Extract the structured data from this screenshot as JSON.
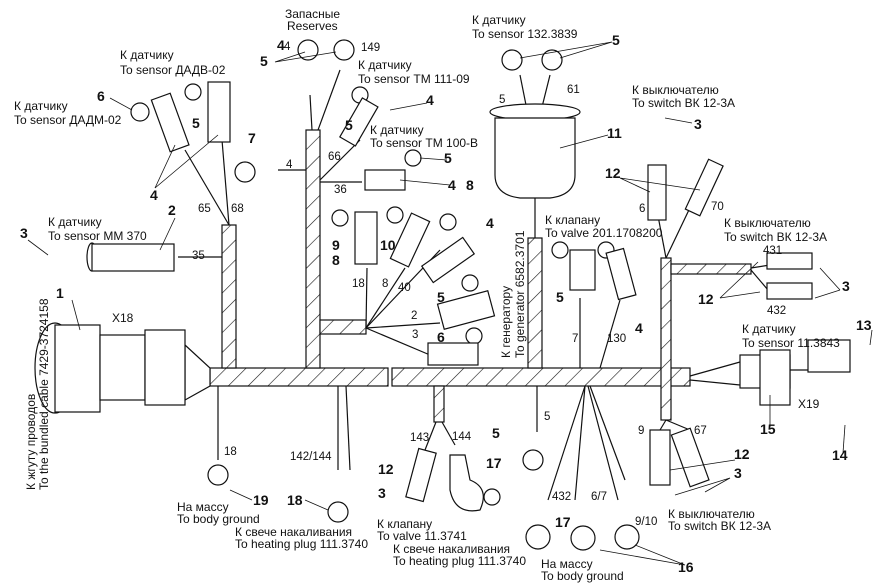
{
  "diagram": {
    "labels": [
      [
        "Запасные",
        "Reserves"
      ],
      [
        "К датчику",
        "To sensor 132.3839"
      ],
      [
        "К датчику",
        "To sensor ДАДВ-02"
      ],
      [
        "К датчику",
        "To sensor ТМ 111-09"
      ],
      [
        "К датчику",
        "To sensor ДАДМ-02"
      ],
      [
        "К выключателю",
        "To switch ВК 12-3А"
      ],
      [
        "К датчику",
        "To sensor ТМ 100-В"
      ],
      [
        "К датчику",
        "To sensor ММ 370"
      ],
      [
        "К клапану",
        "To valve 201.1708200"
      ],
      [
        "К выключателю",
        "To switch ВК 12-3А"
      ],
      [
        "К генератору",
        "To generator 6582.3701"
      ],
      [
        "К жгуту проводов",
        "To the bundled cable 7429-3724158"
      ],
      [
        "К датчику",
        "To sensor 11.3843"
      ],
      [
        "На массу",
        "To body ground"
      ],
      [
        "К свече накаливания",
        "To heating plug 111.3740"
      ],
      [
        "К клапану",
        "To valve 11.3741"
      ],
      [
        "К свече накаливания",
        "To heating plug 111.3740"
      ],
      [
        "К выключателю",
        "To switch ВК 12-3А"
      ],
      [
        "На массу",
        "To body ground"
      ]
    ],
    "connectors": [
      "X18",
      "X19"
    ],
    "wire_numbers": [
      "4",
      "149",
      "66",
      "4",
      "36",
      "65",
      "68",
      "35",
      "5",
      "61",
      "6",
      "70",
      "431",
      "432",
      "18",
      "8",
      "40",
      "2",
      "3",
      "7",
      "130",
      "9",
      "67",
      "18",
      "142/144",
      "143",
      "144",
      "5",
      "432",
      "6/7",
      "9/10"
    ],
    "callouts": [
      "1",
      "2",
      "3",
      "4",
      "4",
      "5",
      "5",
      "6",
      "7",
      "4",
      "5",
      "5",
      "4",
      "8",
      "9",
      "8",
      "10",
      "4",
      "5",
      "6",
      "11",
      "3",
      "12",
      "5",
      "5",
      "4",
      "12",
      "3",
      "13",
      "15",
      "14",
      "19",
      "18",
      "12",
      "3",
      "5",
      "17",
      "17",
      "16",
      "12",
      "3"
    ]
  }
}
